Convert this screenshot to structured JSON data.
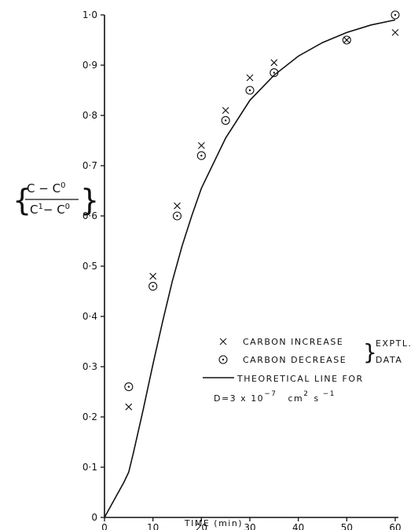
{
  "chart_data": {
    "type": "scatter",
    "title": "",
    "xlabel": "TIME (min)",
    "ylabel": {
      "numerator": "C − C",
      "numerator_sup": "0",
      "denominator": "C",
      "denominator_sup1": "1",
      "denominator_mid": "− C",
      "denominator_sup2": "0"
    },
    "xlim": [
      0,
      60
    ],
    "ylim": [
      0,
      1.0
    ],
    "x_ticks": [
      "0",
      "10",
      "20",
      "30",
      "40",
      "50",
      "60"
    ],
    "x_tick_values": [
      0,
      10,
      20,
      30,
      40,
      50,
      60
    ],
    "y_ticks": [
      "0",
      "0·1",
      "0·2",
      "0·3",
      "0·4",
      "0·5",
      "0·6",
      "0·7",
      "0·8",
      "0·9",
      "1·0"
    ],
    "y_tick_values": [
      0,
      0.1,
      0.2,
      0.3,
      0.4,
      0.5,
      0.6,
      0.7,
      0.8,
      0.9,
      1.0
    ],
    "grid": false,
    "series": [
      {
        "name": "CARBON INCREASE",
        "marker": "x",
        "x": [
          5,
          10,
          15,
          20,
          25,
          30,
          35,
          50,
          60
        ],
        "y": [
          0.22,
          0.48,
          0.62,
          0.74,
          0.81,
          0.875,
          0.905,
          0.95,
          0.965
        ]
      },
      {
        "name": "CARBON DECREASE",
        "marker": "circle-dot",
        "x": [
          5,
          10,
          15,
          20,
          25,
          30,
          35,
          50,
          60
        ],
        "y": [
          0.26,
          0.46,
          0.6,
          0.72,
          0.79,
          0.85,
          0.885,
          0.95,
          1.0
        ]
      },
      {
        "name": "THEORETICAL LINE FOR",
        "type": "line",
        "x": [
          0,
          2,
          4,
          5,
          6,
          8,
          10,
          12,
          14,
          16,
          18,
          20,
          25,
          30,
          35,
          40,
          45,
          50,
          55,
          60
        ],
        "y": [
          0,
          0.035,
          0.07,
          0.09,
          0.13,
          0.215,
          0.305,
          0.39,
          0.47,
          0.54,
          0.6,
          0.655,
          0.755,
          0.83,
          0.88,
          0.918,
          0.945,
          0.965,
          0.98,
          0.99
        ]
      }
    ],
    "legend": {
      "placement": "lower-right",
      "bracket_label_1": "EXPTL.",
      "bracket_label_2": "DATA",
      "line_text": "D=3 x 10",
      "line_exp": "−7",
      "line_units": "cm",
      "line_units_sup": "2",
      "line_units2": "s",
      "line_units2_sup": "−1"
    }
  }
}
